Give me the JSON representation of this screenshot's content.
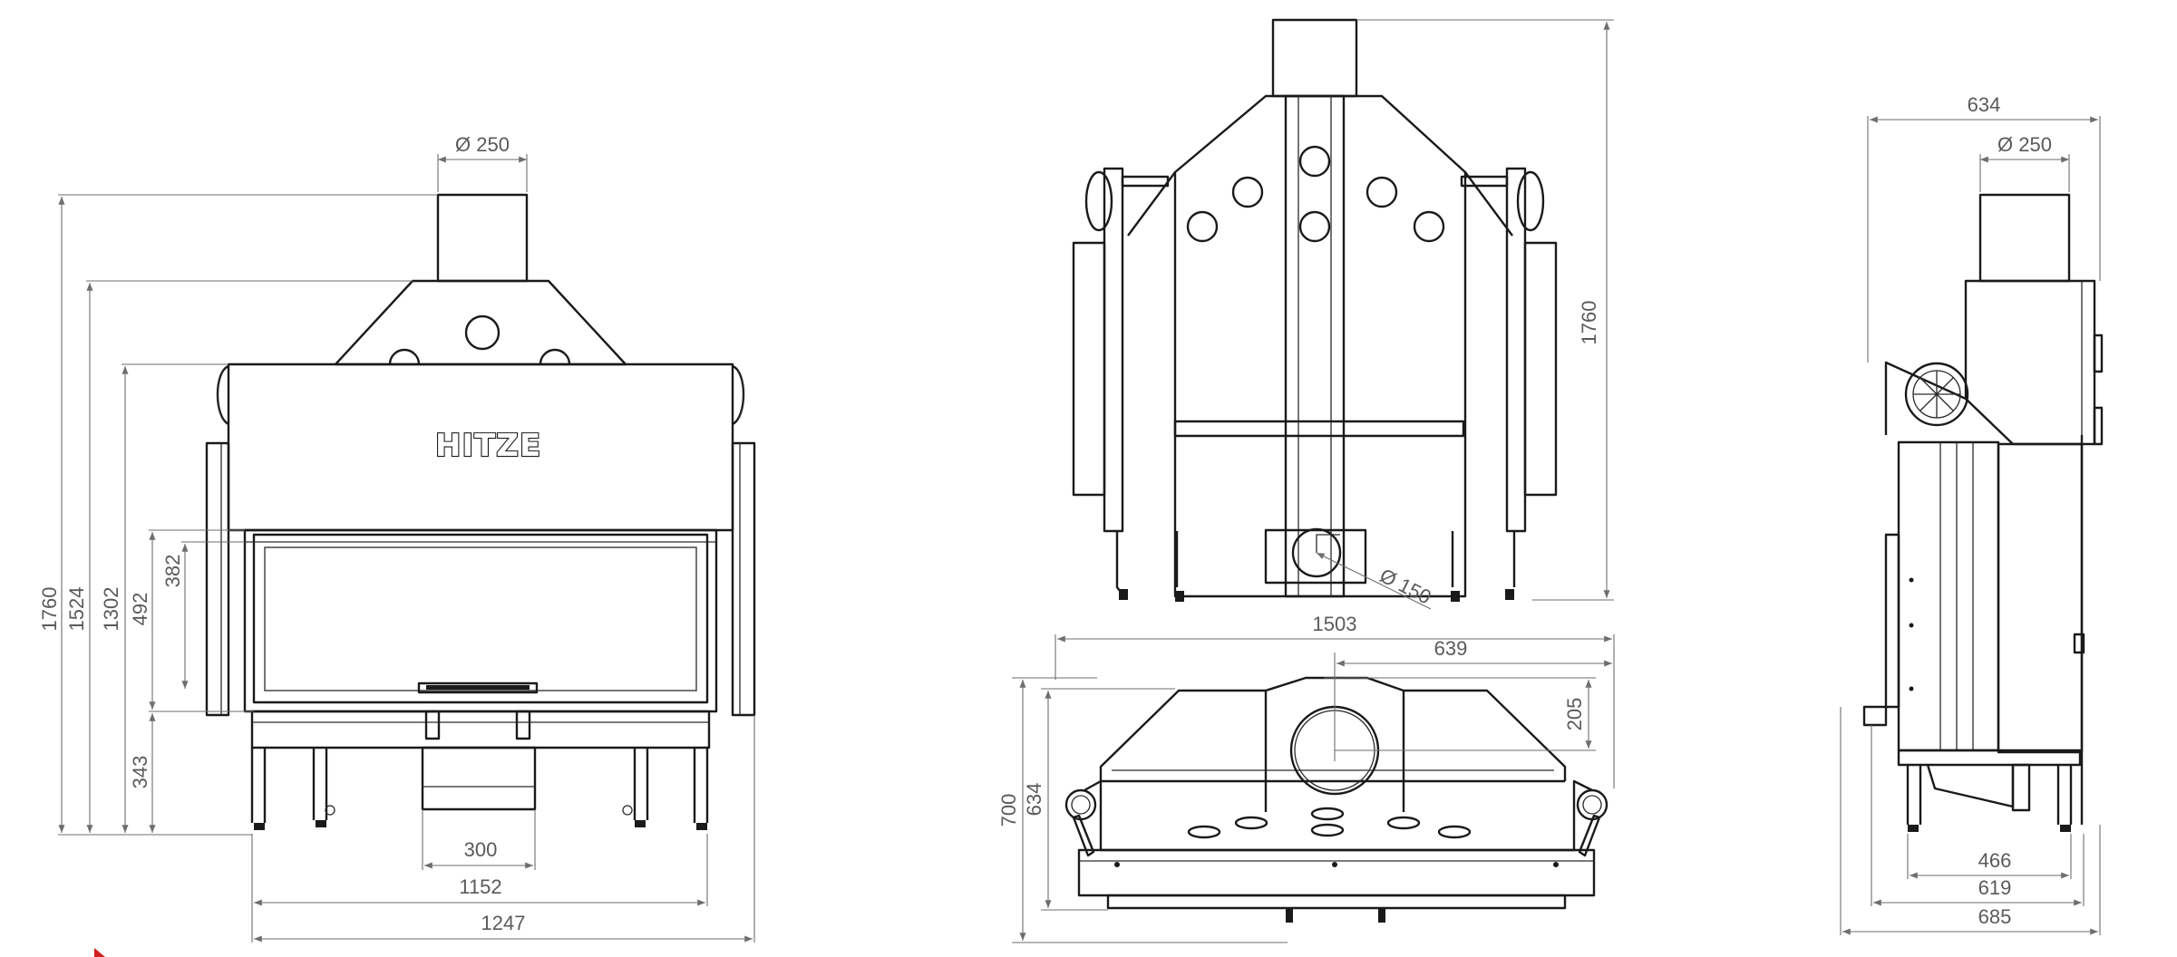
{
  "brand": {
    "logo_text": "HITZE"
  },
  "front_view": {
    "flue_diameter": "Ø 250",
    "height_total": "1760",
    "height_hood": "1524",
    "height_body": "1302",
    "window_top": "492",
    "window_height": "382",
    "base_height": "343",
    "base_box_width": "300",
    "body_width": "1152",
    "total_width": "1247"
  },
  "rear_view": {
    "height_total": "1760",
    "inlet_diameter": "Ø 150"
  },
  "top_view": {
    "total_width": "1503",
    "center_offset": "639",
    "flue_offset": "205",
    "depth_total": "700",
    "depth_body": "634"
  },
  "side_view": {
    "top_depth": "634",
    "flue_diameter": "Ø 250",
    "base_depth_1": "466",
    "base_depth_2": "619",
    "base_depth_3": "685"
  },
  "colors": {
    "line": "#1a1a1a",
    "dimension": "#6e6e6e",
    "text": "#5a5a5a",
    "background": "#ffffff"
  }
}
